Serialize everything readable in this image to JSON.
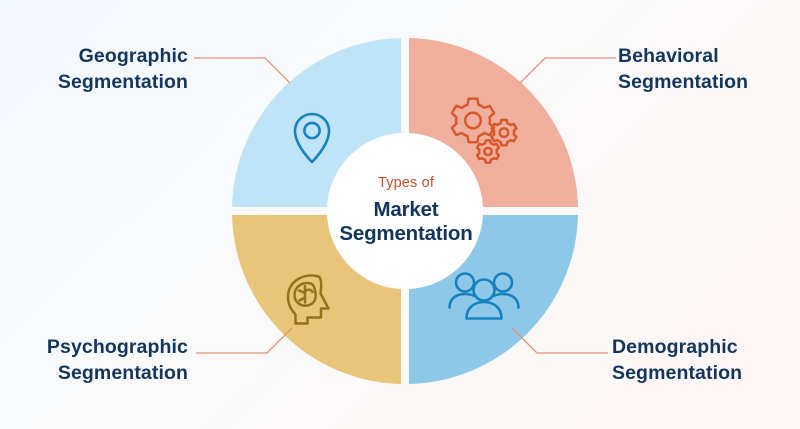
{
  "diagram": {
    "type": "donut-quadrant-infographic",
    "center": {
      "eyebrow": "Types of",
      "title": "Market\nSegmentation",
      "eyebrow_color": "#C8502A",
      "title_color": "#12355B"
    },
    "background": {
      "gradient_from": "#F3F8FD",
      "gradient_to": "#FDF6F4"
    },
    "connector_color": "#E79176",
    "label_color": "#13365C",
    "segments": [
      {
        "id": "geographic",
        "label": "Geographic\nSegmentation",
        "position": "top-left",
        "fill": "#BFE4F8",
        "icon": "location-pin-icon",
        "icon_color": "#1781BF"
      },
      {
        "id": "behavioral",
        "label": "Behavioral\nSegmentation",
        "position": "top-right",
        "fill": "#EFAF9C",
        "icon": "gears-icon",
        "icon_color": "#D9562A"
      },
      {
        "id": "psychographic",
        "label": "Psychographic\nSegmentation",
        "position": "bottom-left",
        "fill": "#E9C579",
        "icon": "head-brain-icon",
        "icon_color": "#94721B"
      },
      {
        "id": "demographic",
        "label": "Demographic\nSegmentation",
        "position": "bottom-right",
        "fill": "#8DC8E8",
        "icon": "people-group-icon",
        "icon_color": "#1781BF"
      }
    ]
  }
}
